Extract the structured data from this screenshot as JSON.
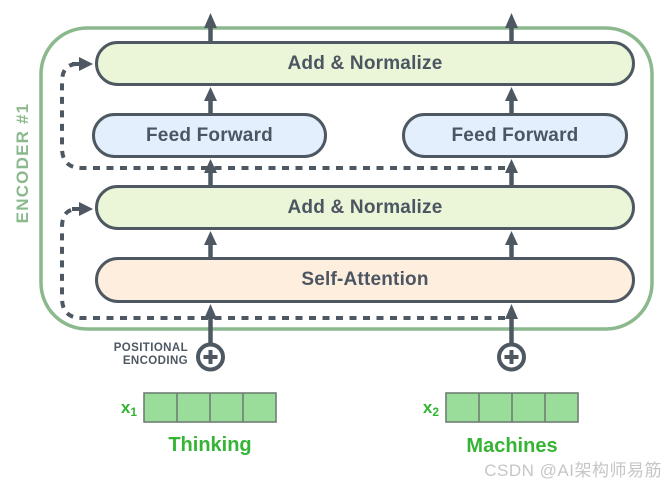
{
  "encoder": {
    "label": "ENCODER #1"
  },
  "blocks": {
    "add_normalize_top": "Add & Normalize",
    "feed_forward_left": "Feed Forward",
    "feed_forward_right": "Feed Forward",
    "add_normalize_mid": "Add & Normalize",
    "self_attention": "Self-Attention"
  },
  "positional_encoding": {
    "line1": "POSITIONAL",
    "line2": "ENCODING"
  },
  "inputs": [
    {
      "symbol_base": "x",
      "symbol_sub": "1",
      "word": "Thinking",
      "vector_cells": 4
    },
    {
      "symbol_base": "x",
      "symbol_sub": "2",
      "word": "Machines",
      "vector_cells": 4
    }
  ],
  "watermark": "CSDN @AI架构师易筋",
  "icons": {
    "plus_circle": "circle-plus",
    "arrow_up": "arrow-up",
    "residual": "dashed-residual-connection"
  },
  "colors": {
    "encoder_border": "#8bb98d",
    "block_border": "#4e5862",
    "add_normalize_fill": "#eaf6d7",
    "feed_forward_fill": "#e3effc",
    "self_attention_fill": "#fdeedd",
    "arrow": "#4e5862",
    "vector_fill": "#9adc9a",
    "vector_border": "#6f7f72",
    "input_text": "#33b533",
    "watermark_text": "#c6c6c6"
  }
}
